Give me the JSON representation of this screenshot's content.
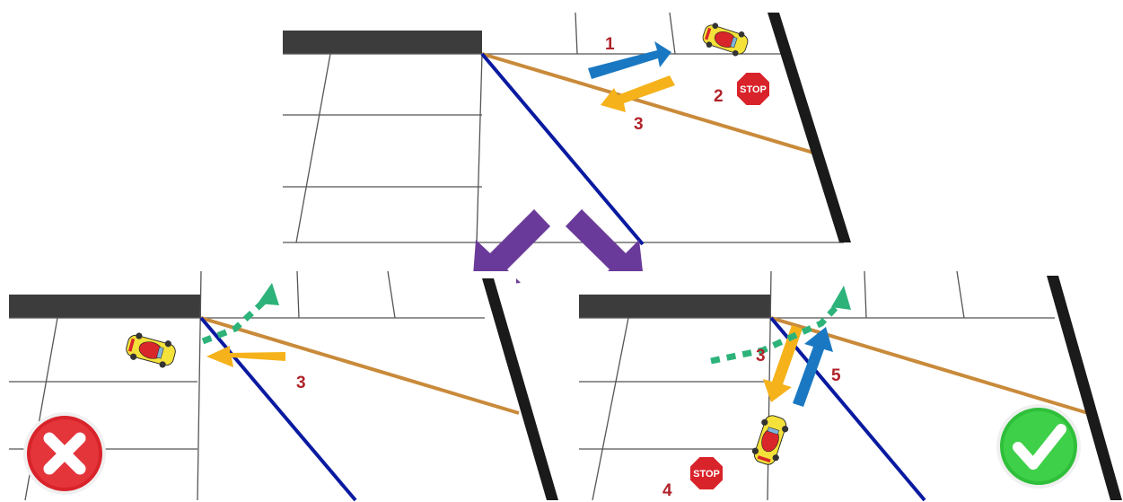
{
  "top_panel": {
    "labels": {
      "step1": "1",
      "step2": "2",
      "step3": "3"
    },
    "stop_sign_text": "STOP"
  },
  "left_panel": {
    "labels": {
      "step3": "3"
    },
    "result_icon": "cross-icon"
  },
  "right_panel": {
    "labels": {
      "step3": "3",
      "step4": "4",
      "step5": "5"
    },
    "stop_sign_text": "STOP",
    "result_icon": "checkmark-icon"
  },
  "colors": {
    "forward_arrow": "#1a78c2",
    "reverse_arrow": "#f5b21a",
    "split_arrows": "#6a3a9a",
    "sensor_beam": "#2db37a",
    "blue_line": "#0a1aa0",
    "orange_line": "#c98a3a",
    "wall": "#3a3a3a",
    "number_labels": "#b0232a",
    "fail_icon": "#d9232a",
    "success_icon": "#2fbf3a",
    "car_body": "#f4e13a",
    "car_roof": "#d9262a"
  }
}
